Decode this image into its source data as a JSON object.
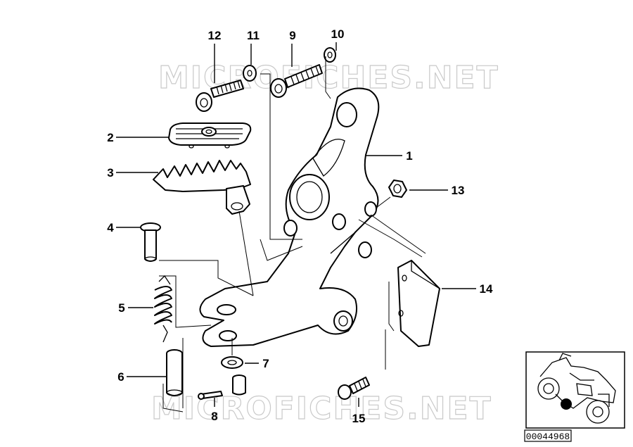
{
  "watermark": {
    "text_top": "MICROFICHES.NET",
    "text_bottom": "MICROFICHES.NET"
  },
  "callouts": {
    "p1": "1",
    "p2": "2",
    "p3": "3",
    "p4": "4",
    "p5": "5",
    "p6": "6",
    "p7": "7",
    "p8": "8",
    "p9": "9",
    "p10": "10",
    "p11": "11",
    "p12": "12",
    "p13": "13",
    "p14": "14",
    "p15": "15"
  },
  "inset": {
    "code": "00044968",
    "marker_color": "#000000"
  },
  "colors": {
    "line": "#000000",
    "watermark": "#c9c9c9",
    "background": "#ffffff"
  }
}
